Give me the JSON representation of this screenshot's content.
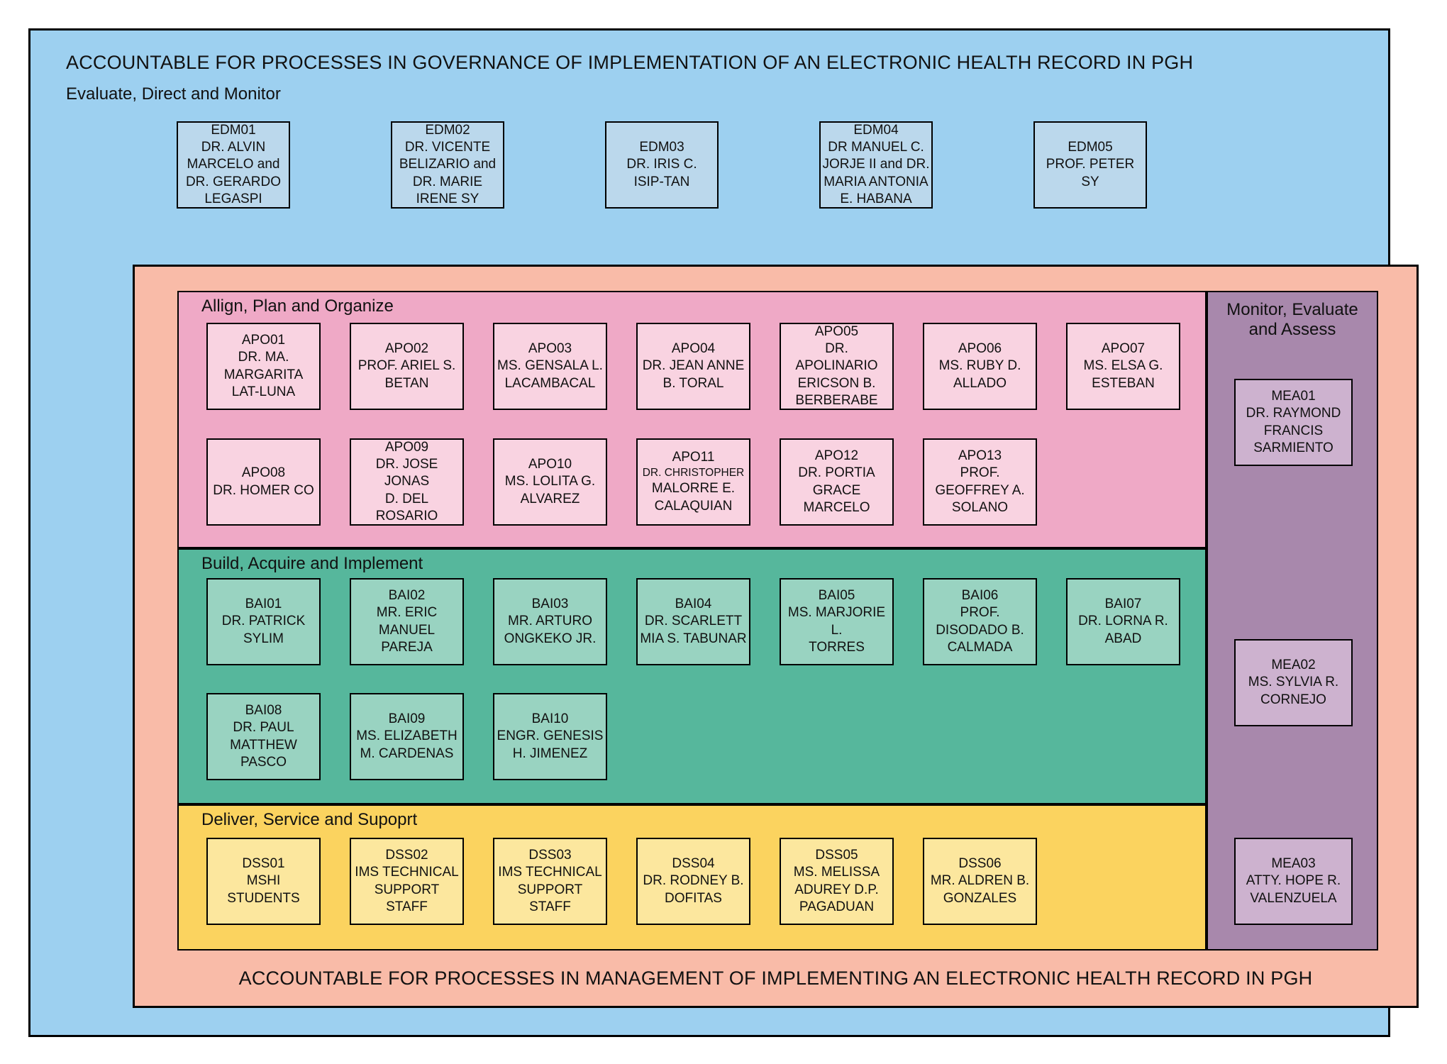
{
  "page": {
    "title": "ACCOUNTABLE FOR PROCESSES IN GOVERNANCE OF IMPLEMENTATION OF AN ELECTRONIC HEALTH RECORD IN PGH",
    "subtitle": "Evaluate, Direct and Monitor",
    "footer": "ACCOUNTABLE FOR PROCESSES IN MANAGEMENT OF IMPLEMENTING AN ELECTRONIC HEALTH RECORD IN PGH"
  },
  "colors": {
    "blue_bg": "#9DD0F0",
    "edm_box": "#BBD8EC",
    "salmon": "#F9BBA8",
    "pink_section": "#EFA9C6",
    "pink_box": "#F9D3E1",
    "green_section": "#56B79C",
    "green_box": "#99D3C1",
    "yellow_section": "#FBD35F",
    "yellow_box": "#FCE79E",
    "purple_section": "#A888AC",
    "purple_box": "#CDB2CF"
  },
  "edm_row": {
    "boxes": [
      {
        "id": "EDM01",
        "lines": [
          "DR. ALVIN",
          "MARCELO and",
          "DR. GERARDO",
          "LEGASPI"
        ]
      },
      {
        "id": "EDM02",
        "lines": [
          "DR. VICENTE",
          "BELIZARIO and",
          "DR. MARIE",
          "IRENE SY"
        ]
      },
      {
        "id": "EDM03",
        "lines": [
          "DR. IRIS C.",
          "ISIP-TAN"
        ]
      },
      {
        "id": "EDM04",
        "lines": [
          "DR MANUEL C.",
          "JORJE II and DR.",
          "MARIA ANTONIA",
          "E. HABANA"
        ]
      },
      {
        "id": "EDM05",
        "lines": [
          "PROF. PETER SY"
        ]
      }
    ]
  },
  "sections": {
    "apo": {
      "label": "Allign, Plan and Organize",
      "rows": [
        [
          {
            "id": "APO01",
            "lines": [
              "DR. MA.",
              "MARGARITA",
              "LAT-LUNA"
            ]
          },
          {
            "id": "APO02",
            "lines": [
              "PROF. ARIEL S.",
              "BETAN"
            ]
          },
          {
            "id": "APO03",
            "lines": [
              "MS. GENSALA L.",
              "LACAMBACAL"
            ]
          },
          {
            "id": "APO04",
            "lines": [
              "DR. JEAN ANNE",
              "B. TORAL"
            ]
          },
          {
            "id": "APO05",
            "lines": [
              "DR. APOLINARIO",
              "ERICSON B.",
              "BERBERABE"
            ]
          },
          {
            "id": "APO06",
            "lines": [
              "MS. RUBY D.",
              "ALLADO"
            ]
          },
          {
            "id": "APO07",
            "lines": [
              "MS. ELSA G.",
              "ESTEBAN"
            ]
          }
        ],
        [
          {
            "id": "APO08",
            "lines": [
              "DR. HOMER CO"
            ]
          },
          {
            "id": "APO09",
            "lines": [
              "DR. JOSE JONAS",
              "D. DEL ROSARIO"
            ]
          },
          {
            "id": "APO10",
            "lines": [
              "MS. LOLITA G.",
              "ALVAREZ"
            ]
          },
          {
            "id": "APO11",
            "lines": [
              {
                "text": "DR. CHRISTOPHER",
                "small": true
              },
              "MALORRE E.",
              "CALAQUIAN"
            ]
          },
          {
            "id": "APO12",
            "lines": [
              "DR. PORTIA",
              "GRACE",
              "MARCELO"
            ]
          },
          {
            "id": "APO13",
            "lines": [
              "PROF.",
              "GEOFFREY A.",
              "SOLANO"
            ]
          }
        ]
      ]
    },
    "bai": {
      "label": "Build, Acquire and Implement",
      "rows": [
        [
          {
            "id": "BAI01",
            "lines": [
              "DR. PATRICK",
              "SYLIM"
            ]
          },
          {
            "id": "BAI02",
            "lines": [
              "MR. ERIC",
              "MANUEL PAREJA"
            ]
          },
          {
            "id": "BAI03",
            "lines": [
              "MR. ARTURO",
              "ONGKEKO JR."
            ]
          },
          {
            "id": "BAI04",
            "lines": [
              "DR. SCARLETT",
              "MIA S. TABUNAR"
            ]
          },
          {
            "id": "BAI05",
            "lines": [
              "MS. MARJORIE L.",
              "TORRES"
            ]
          },
          {
            "id": "BAI06",
            "lines": [
              "PROF.",
              "DISODADO B.",
              "CALMADA"
            ]
          },
          {
            "id": "BAI07",
            "lines": [
              "DR. LORNA R.",
              "ABAD"
            ]
          }
        ],
        [
          {
            "id": "BAI08",
            "lines": [
              "DR. PAUL",
              "MATTHEW",
              "PASCO"
            ]
          },
          {
            "id": "BAI09",
            "lines": [
              "MS. ELIZABETH",
              "M. CARDENAS"
            ]
          },
          {
            "id": "BAI10",
            "lines": [
              "ENGR. GENESIS",
              "H. JIMENEZ"
            ]
          }
        ]
      ]
    },
    "dss": {
      "label": "Deliver, Service and Supoprt",
      "rows": [
        [
          {
            "id": "DSS01",
            "lines": [
              "MSHI STUDENTS"
            ]
          },
          {
            "id": "DSS02",
            "lines": [
              "IMS TECHNICAL",
              "SUPPORT STAFF"
            ]
          },
          {
            "id": "DSS03",
            "lines": [
              "IMS TECHNICAL",
              "SUPPORT STAFF"
            ]
          },
          {
            "id": "DSS04",
            "lines": [
              "DR. RODNEY B.",
              "DOFITAS"
            ]
          },
          {
            "id": "DSS05",
            "lines": [
              "MS. MELISSA",
              "ADUREY D.P.",
              "PAGADUAN"
            ]
          },
          {
            "id": "DSS06",
            "lines": [
              "MR. ALDREN B.",
              "GONZALES"
            ]
          }
        ]
      ]
    },
    "mea": {
      "label": "Monitor, Evaluate and Assess",
      "rows": [
        [
          {
            "id": "MEA01",
            "lines": [
              "DR. RAYMOND",
              "FRANCIS",
              "SARMIENTO"
            ]
          }
        ],
        [
          {
            "id": "MEA02",
            "lines": [
              "MS. SYLVIA R.",
              "CORNEJO"
            ]
          }
        ],
        [
          {
            "id": "MEA03",
            "lines": [
              "ATTY. HOPE R.",
              "VALENZUELA"
            ]
          }
        ]
      ]
    }
  }
}
